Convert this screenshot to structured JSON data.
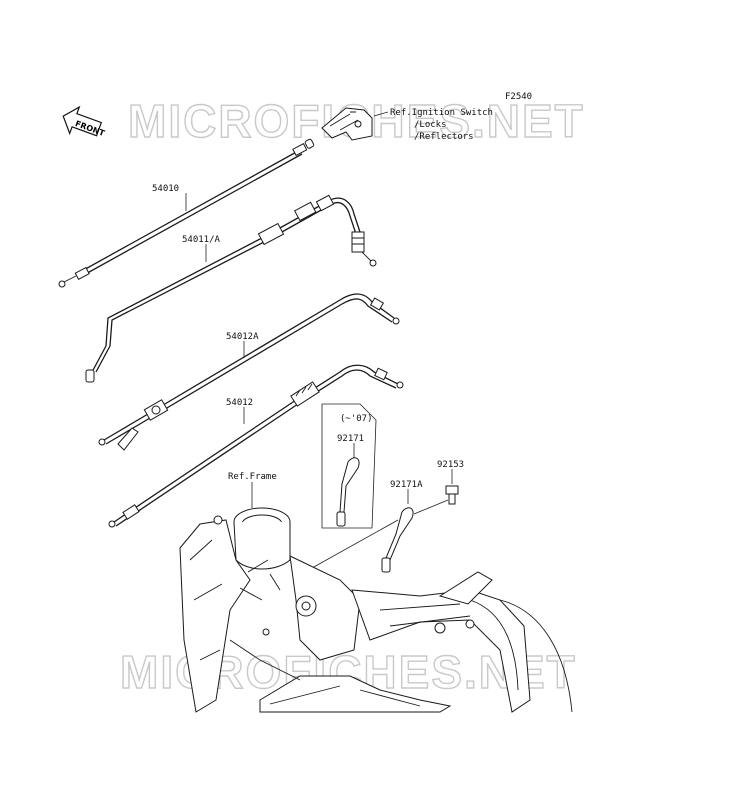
{
  "diagram": {
    "code": "F2540",
    "front_marker": "FRONT",
    "watermark_top": "MICROFICHES.NET",
    "watermark_bottom": "MICROFICHES.NET",
    "ref_ignition": [
      "Ref.Ignition Switch",
      "/Locks",
      "/Reflectors"
    ],
    "ref_frame": "Ref.Frame",
    "parts": {
      "p54010": "54010",
      "p54011a": "54011/A",
      "p54012a": "54012A",
      "p54012": "54012",
      "p92171": "92171",
      "p92171a": "92171A",
      "p92153": "92153",
      "note07": "(~'07)"
    }
  }
}
